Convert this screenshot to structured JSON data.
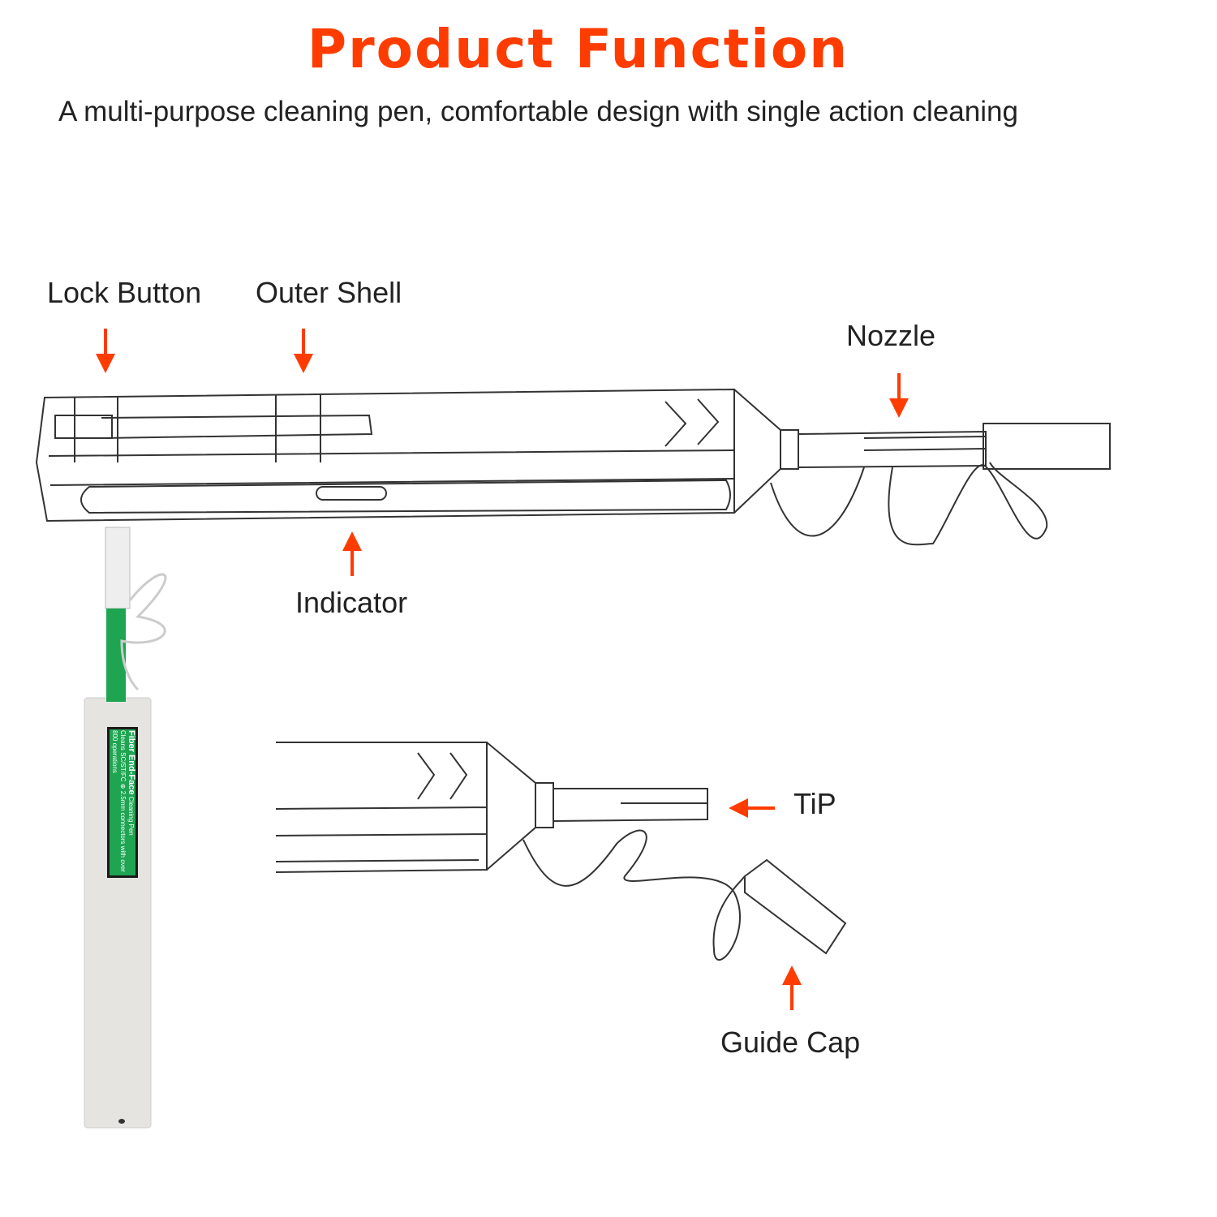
{
  "title": "Product Function",
  "subtitle": "A multi-purpose cleaning pen, comfortable design with single action cleaning",
  "labels": {
    "lock_button": "Lock Button",
    "outer_shell": "Outer Shell",
    "nozzle": "Nozzle",
    "indicator": "Indicator",
    "tip": "TiP",
    "guide_cap": "Guide Cap"
  },
  "pen_label": {
    "heading": "Fiber End-Face",
    "heading_small": "Cleaning Pen",
    "line1": "Cleans SC/ST/FC ⊕ 2.5mm connectors  with over",
    "line2": "800 operations"
  },
  "colors": {
    "accent": "#ff3c00",
    "pen_green": "#1fa552",
    "pen_body": "#e6e4e1"
  }
}
